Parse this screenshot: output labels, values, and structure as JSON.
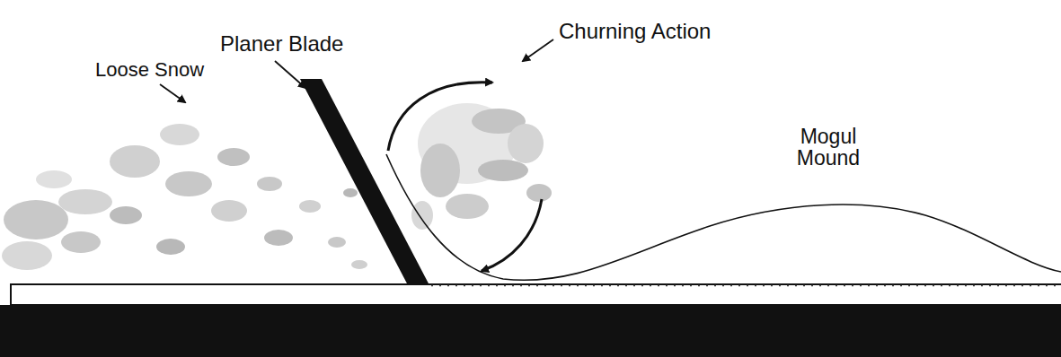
{
  "diagram": {
    "labels": [
      "Planer Blade",
      "Loose Snow",
      "Churning Action",
      "Mogul Mound"
    ]
  }
}
